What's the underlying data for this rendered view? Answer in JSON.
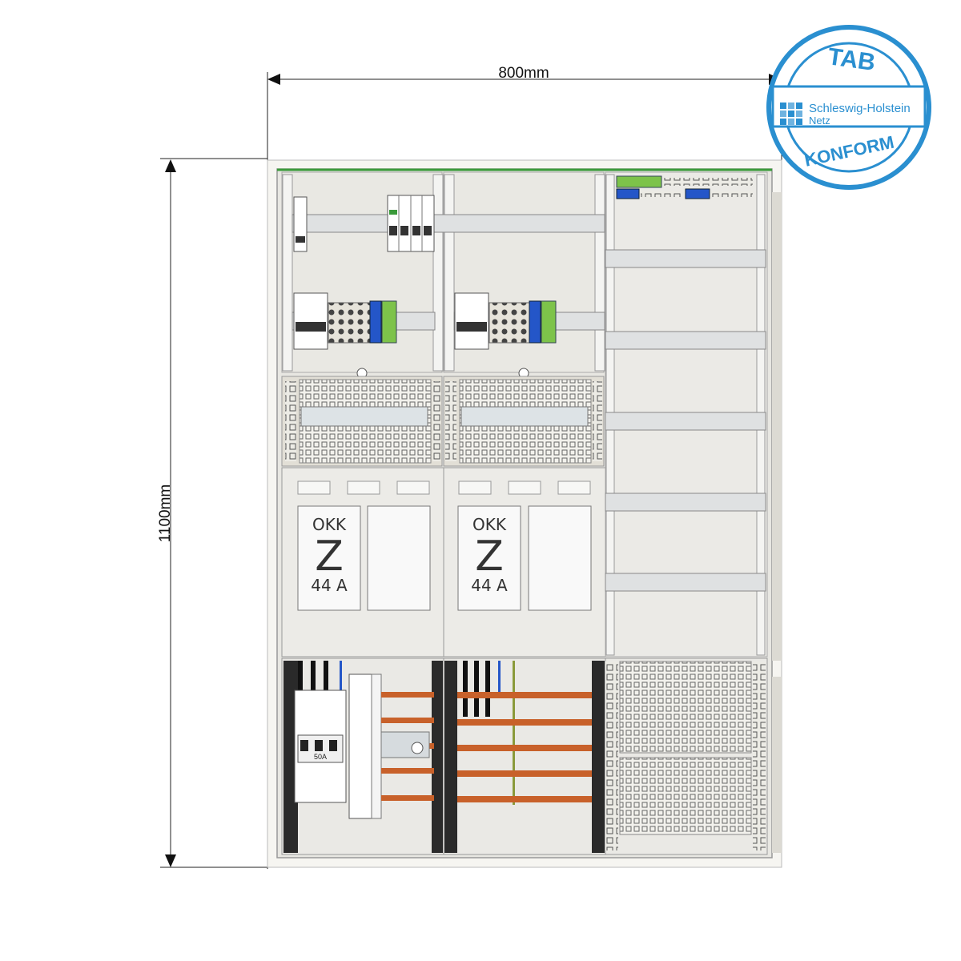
{
  "dimensions": {
    "width_label": "800mm",
    "height_label": "1100mm"
  },
  "meters": [
    {
      "title": "OKK",
      "symbol": "Z",
      "rating": "44 A"
    },
    {
      "title": "OKK",
      "symbol": "Z",
      "rating": "44 A"
    }
  ],
  "breaker": {
    "rating": "50A"
  },
  "stamp": {
    "top": "TAB",
    "bottom": "KONFORM",
    "company_line1": "Schleswig-Holstein",
    "company_line2": "Netz"
  },
  "colors": {
    "frame": "#eceae4",
    "accent_green": "#3a9a3a",
    "busbar_copper": "#c8612a",
    "terminal_blue": "#2456c8",
    "terminal_green": "#7dc34a",
    "stamp_blue": "#2a8fd0"
  }
}
